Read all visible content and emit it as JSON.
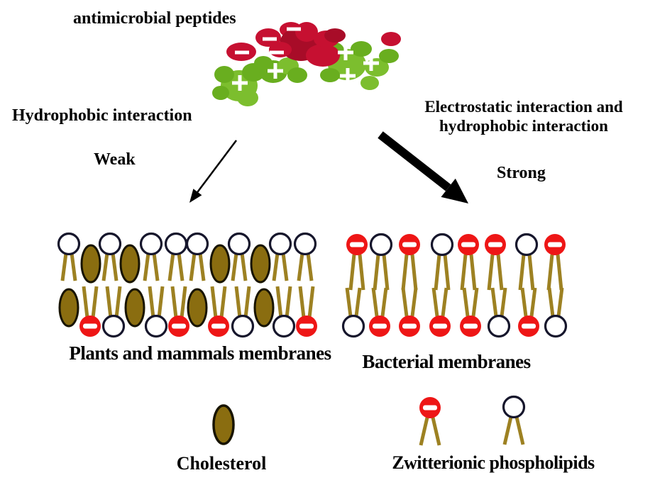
{
  "title": "antimicrobial peptides",
  "pathways": {
    "left": {
      "interaction": "Hydrophobic interaction",
      "strength": "Weak",
      "arrow": "thin"
    },
    "right": {
      "interaction_line1": "Electrostatic interaction and",
      "interaction_line2": "hydrophobic interaction",
      "strength": "Strong",
      "arrow": "thick"
    }
  },
  "peptide": {
    "negative_symbol": "−",
    "positive_symbol": "+",
    "negative_charge_count": 4,
    "positive_charge_count": 5
  },
  "membranes": {
    "left": {
      "label": "Plants and mammals membranes",
      "top_types": [
        "white",
        "chol",
        "white",
        "chol",
        "white",
        "white",
        "white",
        "chol",
        "white",
        "chol",
        "white",
        "white"
      ],
      "top_x": [
        27,
        58,
        85,
        113,
        143,
        178,
        208,
        240,
        267,
        297,
        325,
        360
      ],
      "bottom_types": [
        "chol",
        "anionic",
        "white",
        "chol",
        "white",
        "anionic",
        "chol",
        "anionic",
        "white",
        "chol",
        "white",
        "anionic"
      ],
      "bottom_x": [
        27,
        57,
        90,
        120,
        150,
        182,
        208,
        238,
        272,
        302,
        330,
        362
      ]
    },
    "right": {
      "label": "Bacterial membranes",
      "top_types": [
        "anionic",
        "white",
        "anionic",
        "white",
        "anionic",
        "anionic",
        "white",
        "anionic"
      ],
      "top_x": [
        23,
        57,
        97,
        143,
        180,
        218,
        262,
        302
      ],
      "bottom_types": [
        "white",
        "anionic",
        "anionic",
        "anionic",
        "anionic",
        "white",
        "anionic",
        "white"
      ],
      "bottom_x": [
        18,
        55,
        97,
        140,
        183,
        223,
        265,
        303
      ]
    }
  },
  "legend": {
    "cholesterol_label": "Cholesterol",
    "phospholipid_label": "Zwitterionic phospholipids"
  },
  "colors": {
    "peptide_red": "#c61031",
    "peptide_red_dark": "#a80c28",
    "peptide_green": "#69ae1f",
    "peptide_green_light": "#7cbe2e",
    "anionic_red": "#ee1616",
    "cholesterol": "#8a6d10",
    "cholesterol_outline": "#181400",
    "tail": "#9d8122",
    "head_outline": "#16162c",
    "charge_mark": "#ffffff",
    "arrow": "#000000",
    "text": "#000000"
  }
}
